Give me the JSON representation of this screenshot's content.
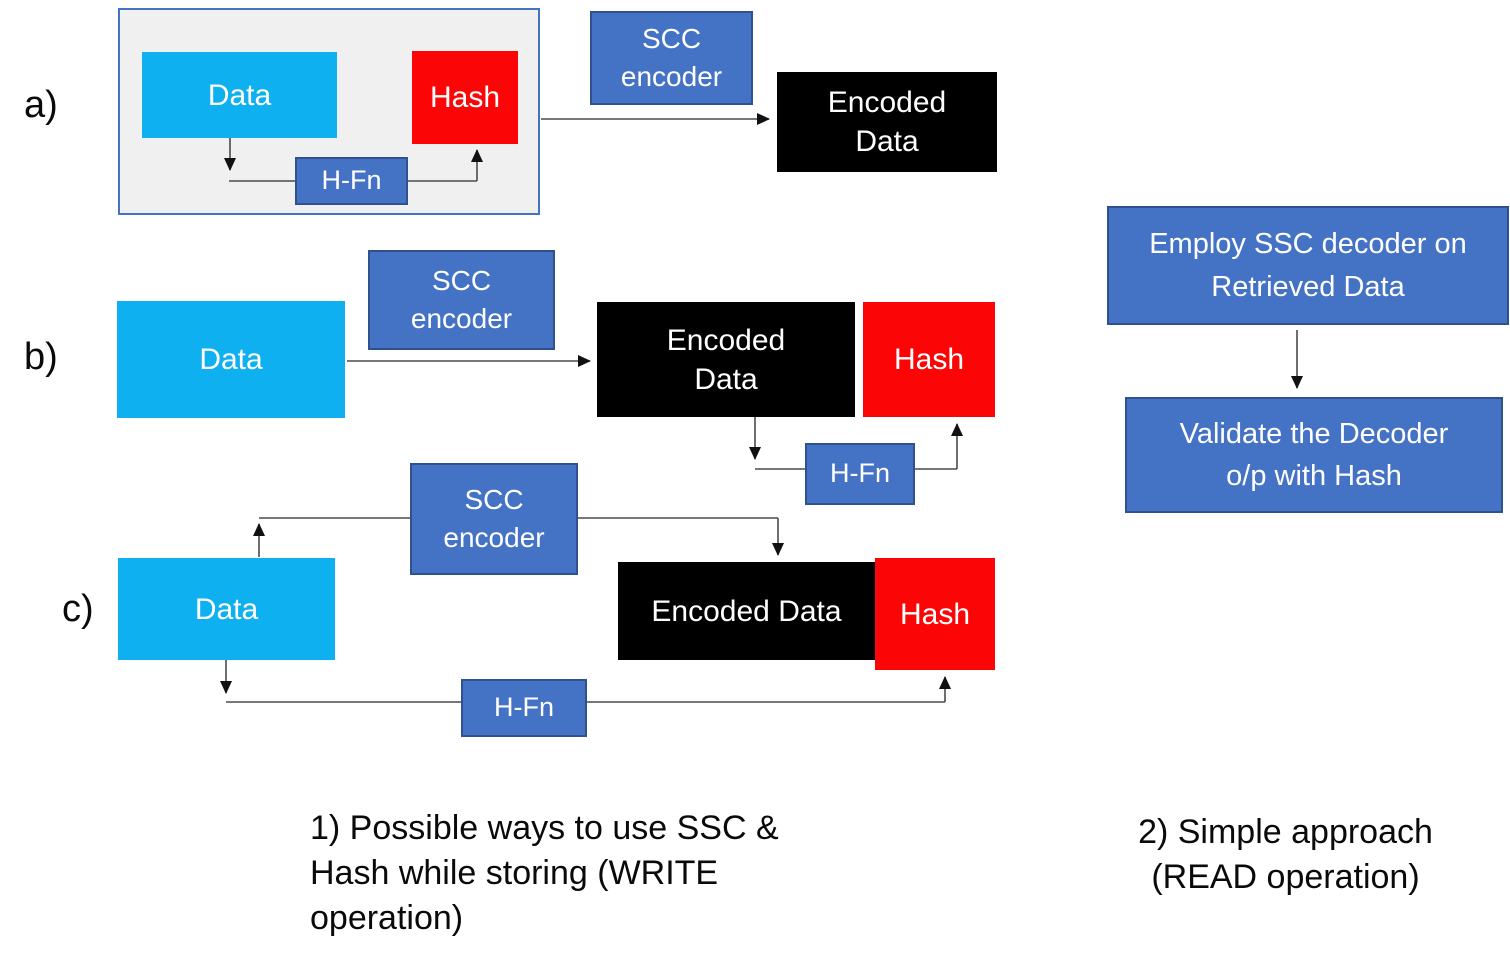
{
  "sections": {
    "a": {
      "label": "a)",
      "data": "Data",
      "hash": "Hash",
      "hfn": "H-Fn",
      "scc": "SCC\nencoder",
      "encoded": "Encoded\nData"
    },
    "b": {
      "label": "b)",
      "data": "Data",
      "hash": "Hash",
      "hfn": "H-Fn",
      "scc": "SCC\nencoder",
      "encoded": "Encoded\nData"
    },
    "c": {
      "label": "c)",
      "data": "Data",
      "hash": "Hash",
      "hfn": "H-Fn",
      "scc": "SCC\nencoder",
      "encoded": "Encoded Data"
    }
  },
  "read_flow": {
    "step1": "Employ SSC decoder on\nRetrieved Data",
    "step2": "Validate the Decoder\no/p with Hash"
  },
  "captions": {
    "write": "1) Possible ways to use SSC &\nHash while storing (WRITE\noperation)",
    "read": "2) Simple approach\n(READ operation)"
  },
  "colors": {
    "data_box": "#0FB0F0",
    "hash_box": "#FB0507",
    "process_box": "#4472C4",
    "process_border": "#2F528F",
    "storage_box": "#000000",
    "panel_fill": "#F0F0F1",
    "panel_border": "#4472C4",
    "arrow": "#454545"
  }
}
